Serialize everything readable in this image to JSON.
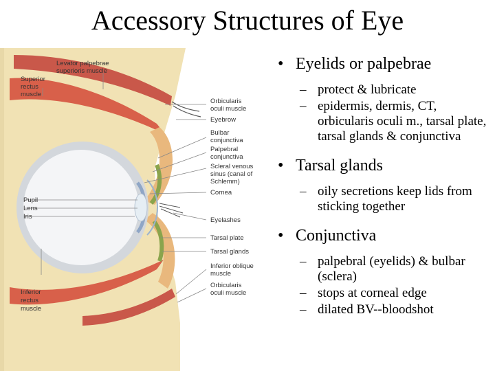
{
  "title": "Accessory Structures of Eye",
  "figure": {
    "labels_left": [
      "Levator palpebrae",
      "superioris muscle",
      "Superior",
      "rectus",
      "muscle",
      "Pupil",
      "Lens",
      "Iris",
      "Inferior",
      "rectus",
      "muscle"
    ],
    "labels_right": [
      "Orbicularis",
      "oculi muscle",
      "Eyebrow",
      "Bulbar",
      "conjunctiva",
      "Palpebral",
      "conjunctiva",
      "Scleral venous",
      "sinus (canal of",
      "Schlemm)",
      "Cornea",
      "Eyelashes",
      "Tarsal plate",
      "Tarsal glands",
      "Inferior oblique",
      "muscle",
      "Orbicularis",
      "oculi muscle"
    ]
  },
  "bullets": [
    {
      "text": "Eyelids or palpebrae",
      "sub": [
        "protect & lubricate",
        "epidermis, dermis, CT, orbicularis oculi m., tarsal plate, tarsal glands & conjunctiva"
      ]
    },
    {
      "text": "Tarsal glands",
      "sub": [
        "oily secretions keep lids from sticking together"
      ]
    },
    {
      "text": "Conjunctiva",
      "sub": [
        "palpebral (eyelids) & bulbar (sclera)",
        "stops at corneal edge",
        "dilated BV--bloodshot"
      ]
    }
  ],
  "dash": "–"
}
